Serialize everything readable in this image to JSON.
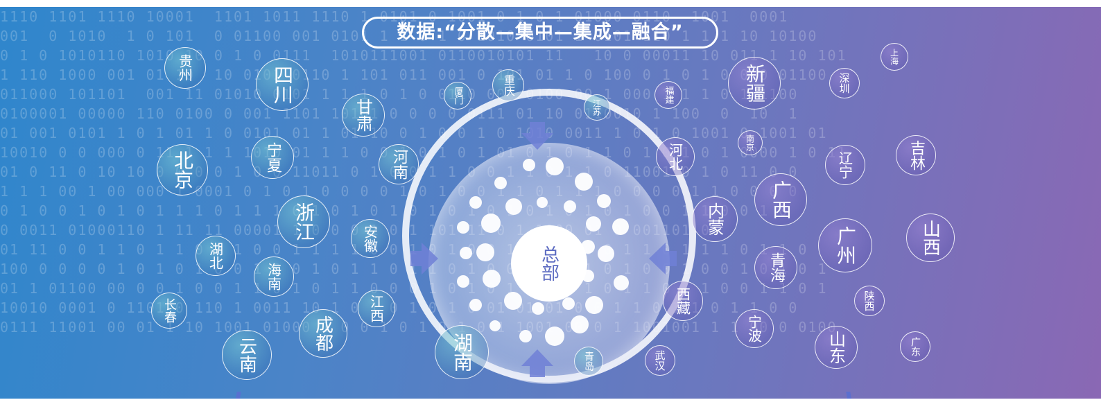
{
  "banner": {
    "title": "数据:“分散—集中—集成—融合”",
    "binary_rows": [
      "1110 1101 1110 10001  1101 1011 1110 1 0101 0 1001 0 1 0 1 01000 0110  1001  0001",
      "001  0 1010  1 0 101  0 01100 001 0101 1 1 0 1 0 1010 0101 1 0101 110 1 1 1 10 10100",
      "0 1 0 1010110 1010 10 0 1 0 0111  1010111001 0110010101 11   10 0 00011 10 011 1 10 101",
      "1 110 1000 001 01 10  10 0101 0110 1 101 011 001 0 101 01 1 0 100 0 1 0 1 0 0 0 01100",
      "011000 101101  001 11 01010 0101 1 1 1 0 1 0 0110 000 0100 00 1 000 1 1 1 0 1 1100",
      "0100001 00000 110 0100 0 001 1101 10101 0 0 0 0 0111 01 10 0110010 1 100  0  10  1",
      "01 001 0101 1 0 1 01 1 0 0101 01 1 01 10 0 1 0 0 1 0 1010 0011 1 0 1 0 1001 0 1001 01",
      "10010 0 0 000 0 11 1 1 1 1010 01 1 1 0 0 1 0 1 0 1 01 0 1 0 1 1 0 1 001 0 1 0000 1 0 11",
      "01 0 11 0 10 10 0 0 0 0 1 0 0 11011 0 1 0 0 1 1 0 0 1 1 0 1 1 0 11001 0 1 0 11 0 0",
      "1 1 1 00 1 00 000 1 0001 0 1 0 1 0 0 0 0 1 0 1 0 0 1 1 0 1 1 1 0 0 0 0 1 1 0 0 0 0",
      "0 1 0 0 1 0 1 0 1 1 1 0 1 1 1 0 1 0 1 0 1 0 1 0 1 0 1 0 1 0 1 0 1 0 0 1 1 0 0 1 0",
      "0 0011 01000110 1 11 11 00001 1 0 0 0 1 0 1 101 11 0 1 1000 01 0 001101 0",
      "01 11 0 0 1 1 0 1 1 0 0 1 0 0 1 1 1 1 0 0 1 0 1 0 0 1 1 1 0 0 0 1 1 0 1 1 1 0 1 1 0",
      "100 0 0 0 0 1 0 1 0 1 0 0 1 0 0 1 0 1 1 0 1 1 0 1 0 0 0 0 1 1 0 1 0 0 1 0 0 1 0 1 0 1",
      "01 1 01100 00 0 0 1 0 0 1 1 0 1 0 1 1 0 0 0 1 0 1 0 1 0 1 0 1 0 1 1 0 1 1 0 0 1 1 0 1",
      "10010 0001 0 1101 0 110 1 0011 10 1 0 1 0 1 0 1 0 01 01 01 0 0 1 1 0 1 1 0 1 1 0 0",
      "0111 11001 00 01 1 10 1001 01000 1 0 0 1 0 1 0 1 0 1 1001 00 0 1 1001001 1 1 00 0 0100"
    ],
    "hub_label": "总部",
    "regions": [
      {
        "label": "贵州"
      },
      {
        "label": "四川"
      },
      {
        "label": "甘肃"
      },
      {
        "label": "厦门"
      },
      {
        "label": "重庆"
      },
      {
        "label": "江苏"
      },
      {
        "label": "福建"
      },
      {
        "label": "新疆"
      },
      {
        "label": "深圳"
      },
      {
        "label": "上海"
      },
      {
        "label": "北京"
      },
      {
        "label": "宁夏"
      },
      {
        "label": "河南"
      },
      {
        "label": "河北"
      },
      {
        "label": "南京"
      },
      {
        "label": "辽宁"
      },
      {
        "label": "吉林"
      },
      {
        "label": "浙江"
      },
      {
        "label": "安徽"
      },
      {
        "label": "广西"
      },
      {
        "label": "内蒙"
      },
      {
        "label": "湖北"
      },
      {
        "label": "海南"
      },
      {
        "label": "广州"
      },
      {
        "label": "山西"
      },
      {
        "label": "青海"
      },
      {
        "label": "长春"
      },
      {
        "label": "江西"
      },
      {
        "label": "西藏"
      },
      {
        "label": "陕西"
      },
      {
        "label": "成都"
      },
      {
        "label": "宁波"
      },
      {
        "label": "云南"
      },
      {
        "label": "湖南"
      },
      {
        "label": "青岛"
      },
      {
        "label": "武汉"
      },
      {
        "label": "山东"
      },
      {
        "label": "广东"
      }
    ]
  }
}
